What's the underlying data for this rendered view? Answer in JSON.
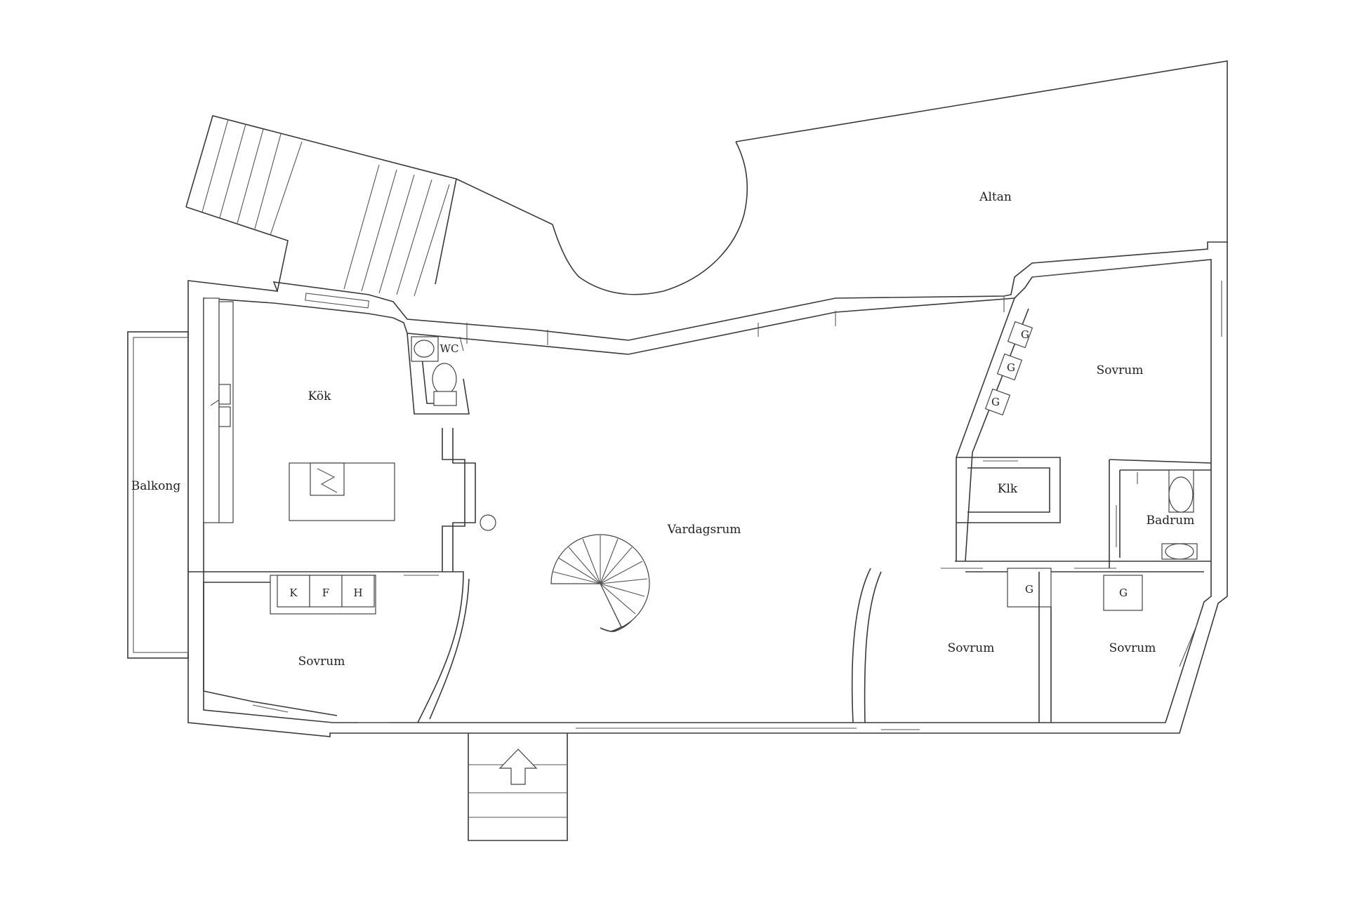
{
  "rooms": {
    "altan": "Altan",
    "kok": "Kök",
    "wc": "WC",
    "balkong": "Balkong",
    "vardagsrum": "Vardagsrum",
    "sovrum_left": "Sovrum",
    "sovrum_top_right": "Sovrum",
    "klk": "Klk",
    "badrum": "Badrum",
    "sovrum_mid": "Sovrum",
    "sovrum_right": "Sovrum"
  },
  "appliances": {
    "k": "K",
    "f": "F",
    "h": "H"
  },
  "closets": {
    "g1": "G",
    "g2": "G",
    "g3": "G",
    "g4": "G",
    "g5": "G"
  }
}
